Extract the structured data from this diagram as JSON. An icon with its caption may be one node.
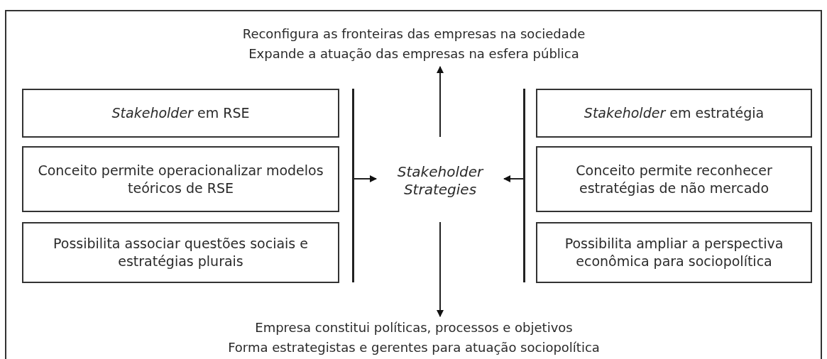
{
  "diagram": {
    "nodes": [
      {
        "text": [
          "Reconfigura as fronteiras das empresas na sociedade",
          "Expande a atuação das empresas na esfera pública"
        ]
      },
      {
        "text": [
          "*Stakeholder* em RSE"
        ]
      },
      {
        "text": [
          "Conceito permite operacionalizar modelos teóricos de RSE"
        ]
      },
      {
        "text": [
          "Possibilita associar questões sociais e estratégias plurais"
        ]
      },
      {
        "text": [],
        "shape": "bar"
      },
      {
        "text": [
          "Stakeholder Strategies"
        ]
      },
      {
        "text": [],
        "shape": "bar"
      },
      {
        "text": [
          "*Stakeholder* em estratégia"
        ]
      },
      {
        "text": [
          "Conceito permite reconhecer estratégias de não mercado"
        ]
      },
      {
        "text": [
          "Possibilita ampliar a perspectiva econômica para sociopolítica"
        ]
      },
      {
        "text": [
          "Empresa constitui políticas, processos e objetivos",
          "Forma estrategistas e gerentes para atuação sociopolítica"
        ]
      }
    ],
    "edges": [
      {
        "from": 5,
        "to": 0,
        "arrow": "to"
      },
      {
        "from": 4,
        "to": 5,
        "arrow": "to"
      },
      {
        "from": 6,
        "to": 5,
        "arrow": "to"
      },
      {
        "from": 5,
        "to": 10,
        "arrow": "to"
      }
    ]
  }
}
